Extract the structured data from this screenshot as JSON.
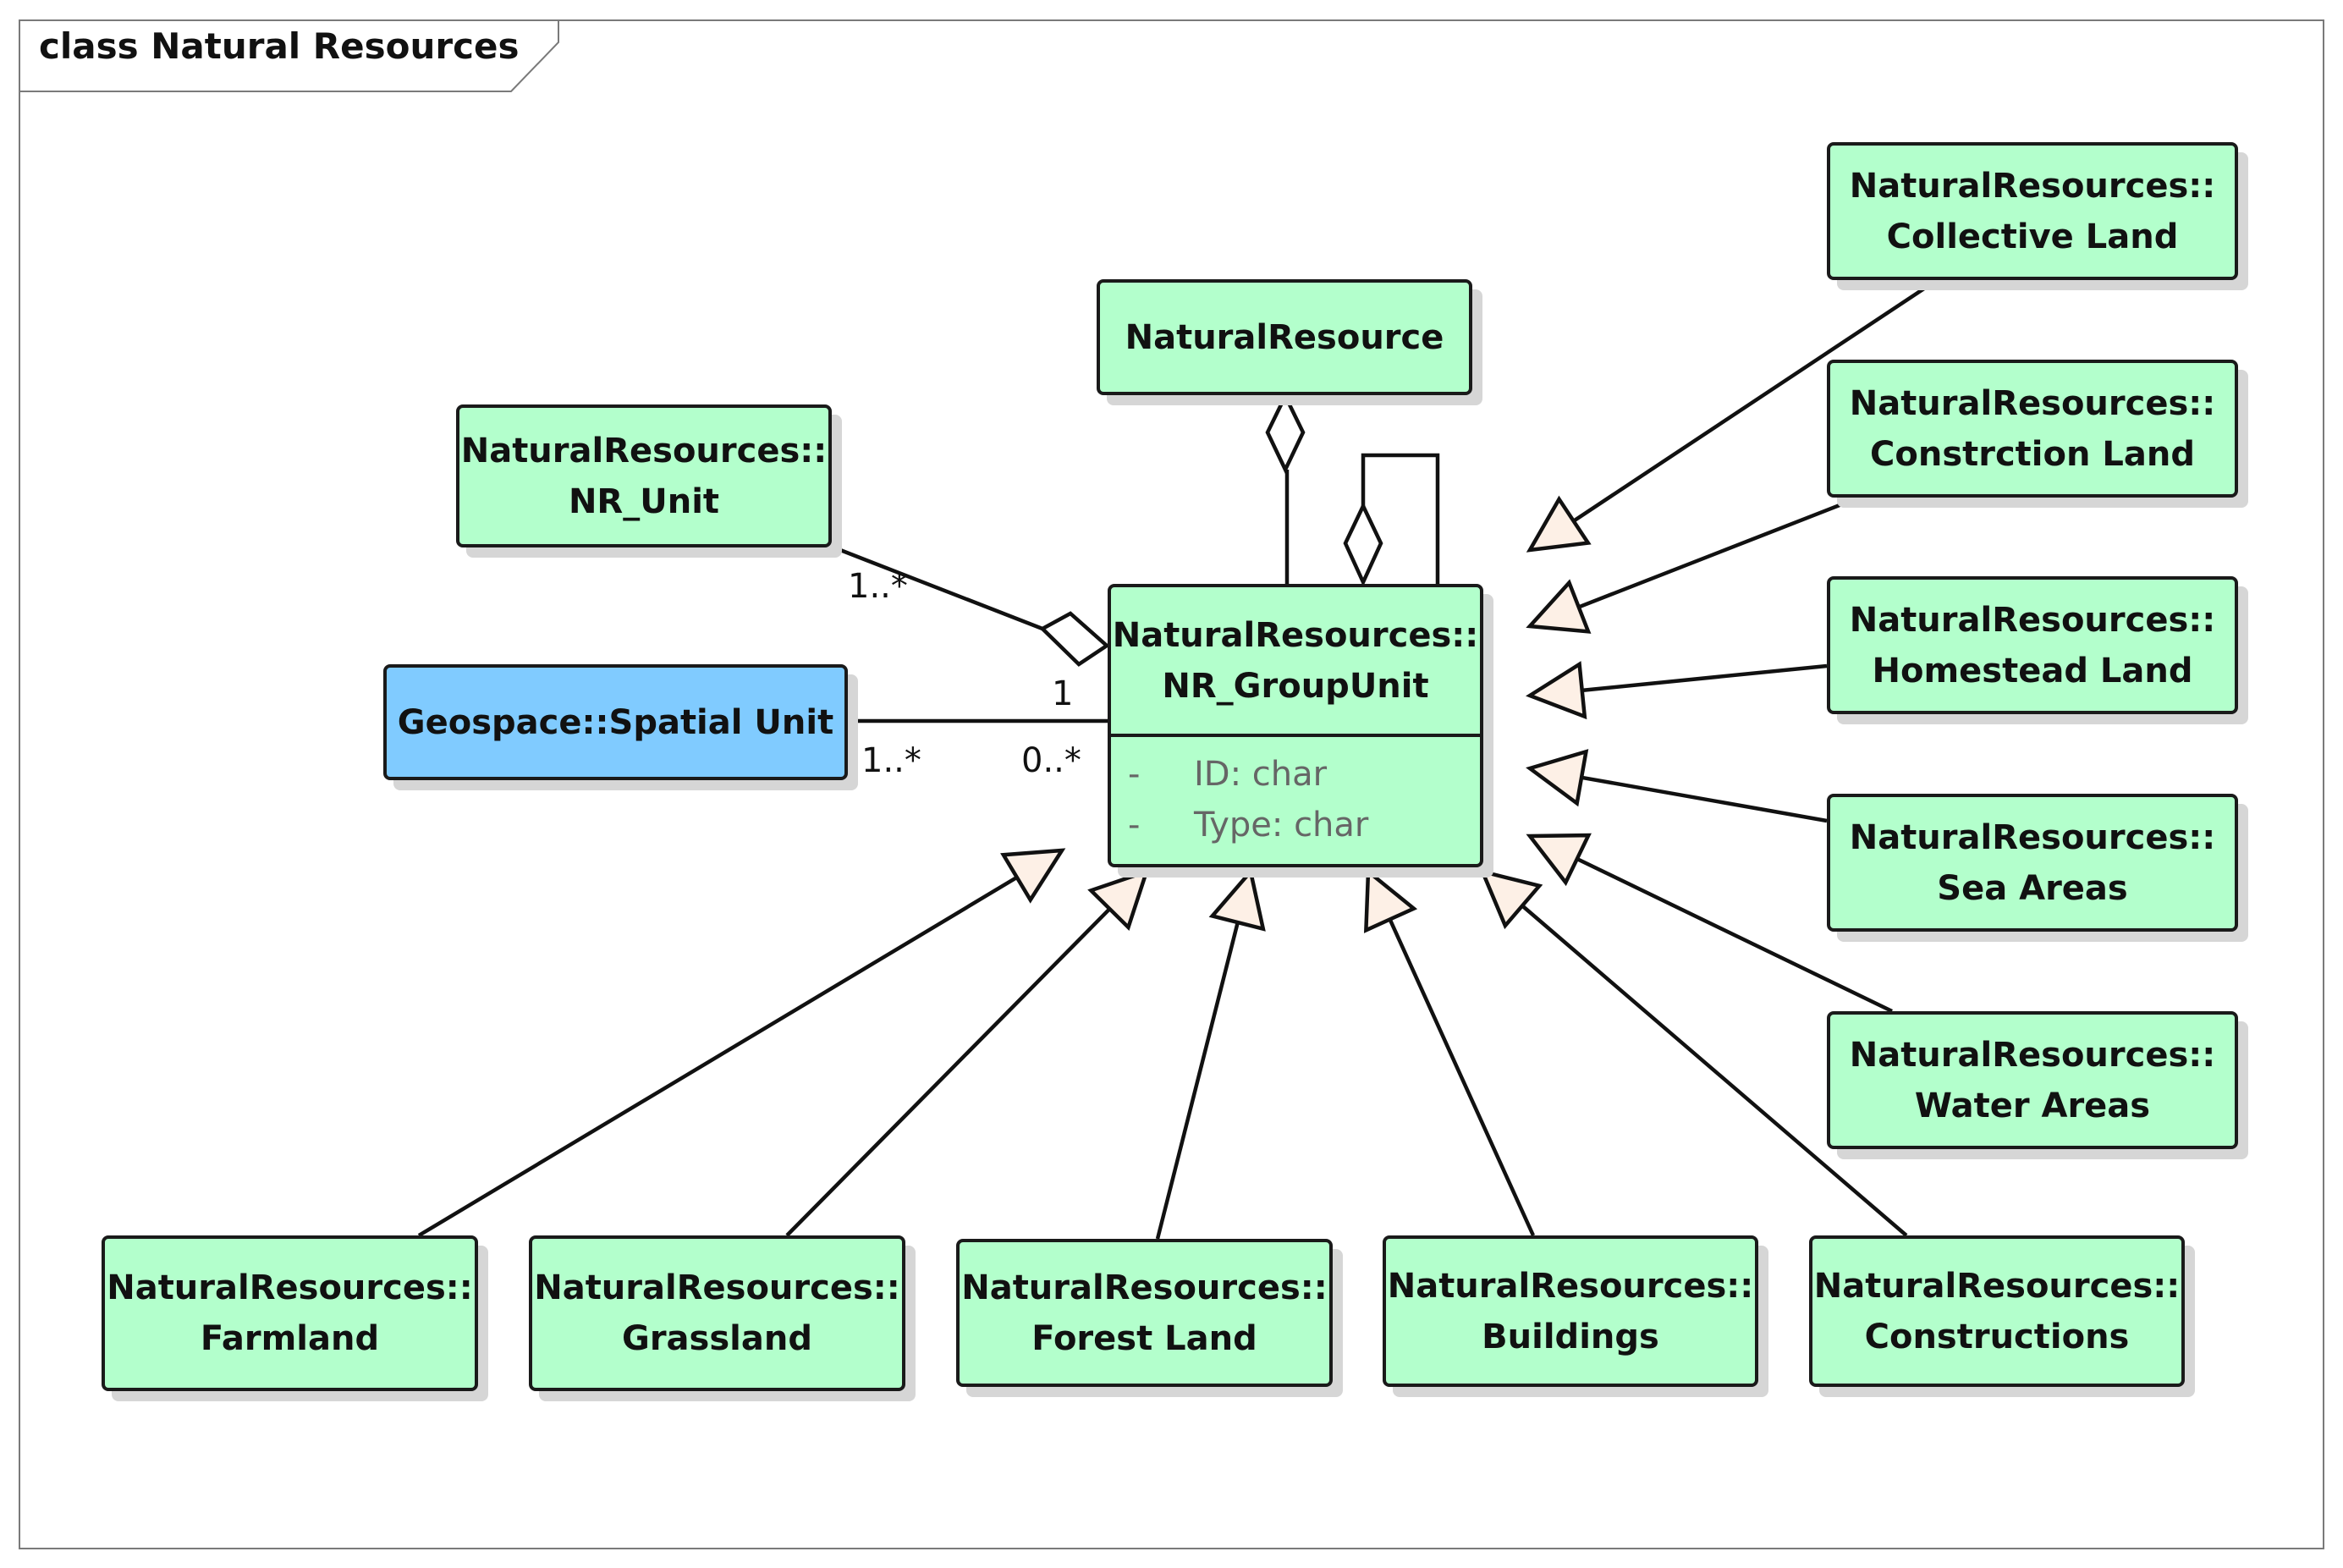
{
  "frame": {
    "label": "class Natural Resources"
  },
  "classes": {
    "natural_resource": {
      "name": "NaturalResource"
    },
    "nr_unit": {
      "line1": "NaturalResources::",
      "line2": "NR_Unit"
    },
    "spatial_unit": {
      "name": "Geospace::Spatial Unit"
    },
    "group_unit": {
      "line1": "NaturalResources::",
      "line2": "NR_GroupUnit",
      "attributes": [
        {
          "visibility": "-",
          "text": "ID: char"
        },
        {
          "visibility": "-",
          "text": "Type: char"
        }
      ]
    },
    "collective_land": {
      "line1": "NaturalResources::",
      "line2": "Collective Land"
    },
    "constrction_land": {
      "line1": "NaturalResources::",
      "line2": "Constrction Land"
    },
    "homestead_land": {
      "line1": "NaturalResources::",
      "line2": "Homestead Land"
    },
    "sea_areas": {
      "line1": "NaturalResources::",
      "line2": "Sea Areas"
    },
    "water_areas": {
      "line1": "NaturalResources::",
      "line2": "Water Areas"
    },
    "farmland": {
      "line1": "NaturalResources::",
      "line2": "Farmland"
    },
    "grassland": {
      "line1": "NaturalResources::",
      "line2": "Grassland"
    },
    "forest_land": {
      "line1": "NaturalResources::",
      "line2": "Forest Land"
    },
    "buildings": {
      "line1": "NaturalResources::",
      "line2": "Buildings"
    },
    "constructions": {
      "line1": "NaturalResources::",
      "line2": "Constructions"
    }
  },
  "multiplicities": {
    "nr_unit_end": "1..*",
    "group_unit_to_spatial": "1",
    "spatial_end": "1..*",
    "group_unit_end": "0..*"
  },
  "colors": {
    "class_fill": "#b3ffcc",
    "spatial_fill": "#80cbff",
    "generalization_head": "#fdf0e6",
    "line": "#111111"
  }
}
